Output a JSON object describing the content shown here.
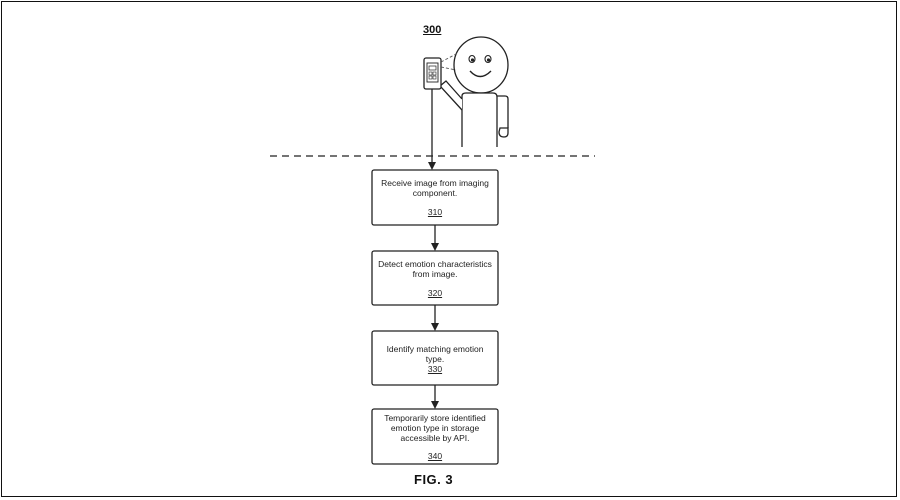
{
  "figure": {
    "number_label": "300",
    "caption": "FIG. 3"
  },
  "steps": [
    {
      "text": "Receive image from imaging component.",
      "ref": "310"
    },
    {
      "text": "Detect emotion characteristics from image.",
      "ref": "320"
    },
    {
      "text": "Identify matching emotion type.",
      "ref": "330"
    },
    {
      "text": "Temporarily store identified emotion type in storage accessible by API.",
      "ref": "340"
    }
  ],
  "icons": {
    "person": "smiling-person-icon",
    "phone": "mobile-phone-icon"
  },
  "colors": {
    "line": "#222222",
    "background": "#ffffff"
  }
}
